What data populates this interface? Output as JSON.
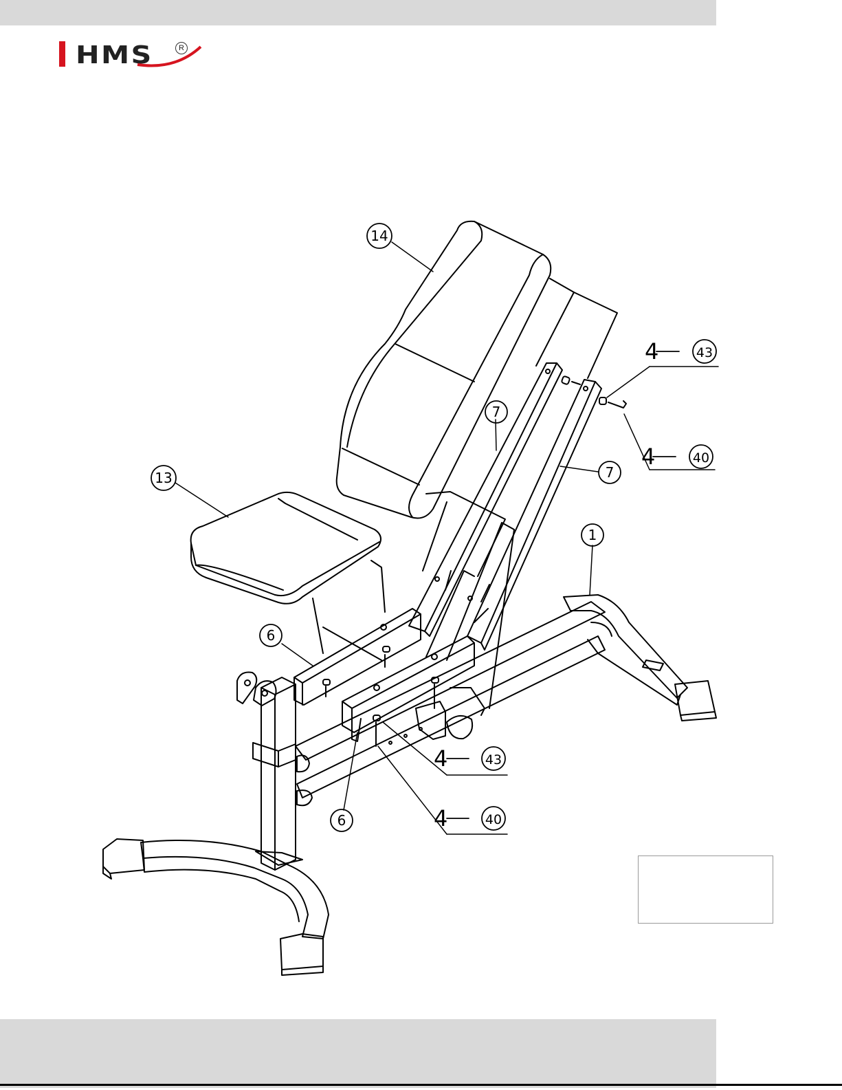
{
  "logo": {
    "brand": "HMS",
    "registered": "R"
  },
  "callouts": {
    "seat_back": "14",
    "seat": "13",
    "base_frame": "1",
    "upright_left": "7",
    "upright_right": "7",
    "bracket_upper": "6",
    "bracket_lower": "6"
  },
  "hardware": {
    "upper_washer": {
      "qty": "4",
      "part": "43"
    },
    "upper_bolt": {
      "qty": "4",
      "part": "40"
    },
    "lower_washer": {
      "qty": "4",
      "part": "43"
    },
    "lower_bolt": {
      "qty": "4",
      "part": "40"
    }
  }
}
